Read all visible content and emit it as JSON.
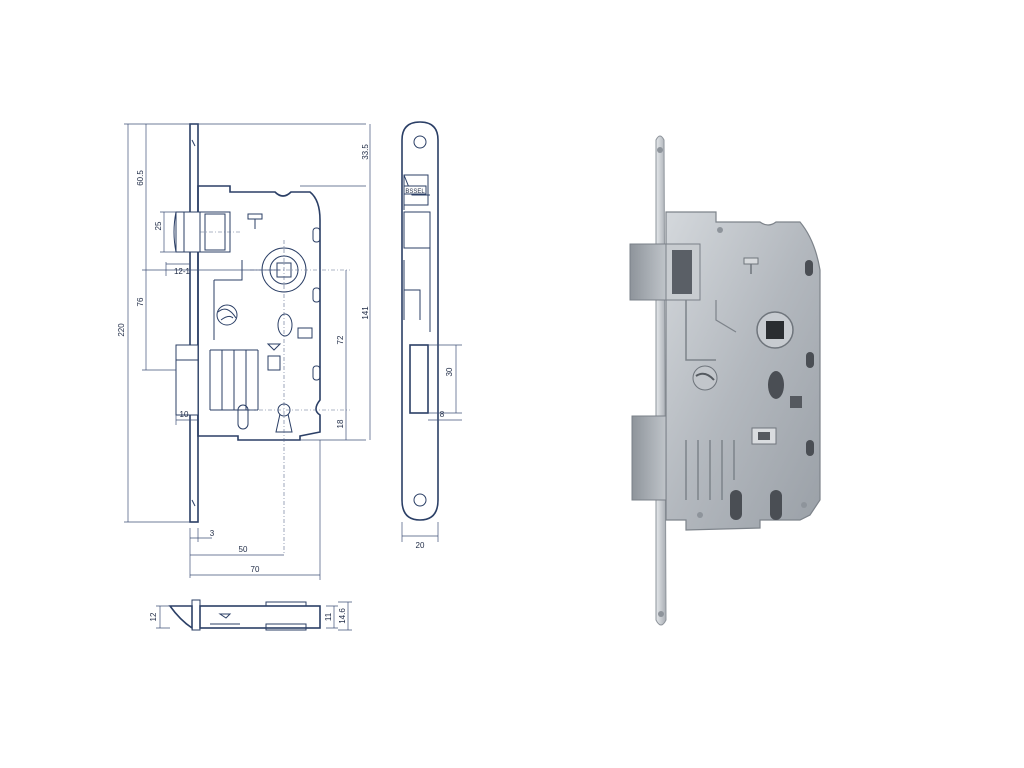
{
  "colors": {
    "line": "#2b3f66",
    "steel": "#b9bec4",
    "steel_dark": "#8e949b",
    "background": "#ffffff"
  },
  "dimensions": {
    "overall_height": "220",
    "top_to_spindle": "60.5",
    "spindle_to_key": "76",
    "latch_height": "25",
    "latch_offset": "12-1",
    "strike_width": "10",
    "backset_top": "33.5",
    "total_141": "141",
    "spindle_to_key_72": "72",
    "key_bottom": "18",
    "bolt_height": "30",
    "bolt_throw": "8",
    "faceplate_width": "20",
    "offset_3": "3",
    "backset": "50",
    "body_depth": "70",
    "latch_thickness": "12",
    "case_thickness": "11",
    "total_thickness": "14.6"
  },
  "faceplate_label": "BSSEL"
}
